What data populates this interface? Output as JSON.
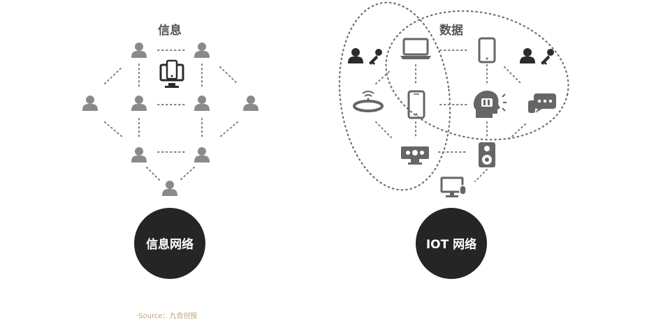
{
  "left_network": {
    "title": "信息",
    "circle_label": "信息网络",
    "icons": [
      "person-icon",
      "monitor-phone-icon"
    ]
  },
  "right_network": {
    "title": "数据",
    "circle_label": "IOT 网络",
    "icons": [
      "person-key-icon",
      "laptop-icon",
      "tablet-icon",
      "smartband-icon",
      "smartphone-icon",
      "ai-head-icon",
      "chat-bubbles-icon",
      "camera-device-icon",
      "speaker-icon",
      "desktop-mouse-icon"
    ]
  },
  "source": "·Source：九合创投",
  "colors": {
    "circle": "#252525",
    "icon_gray": "#8a8a8a",
    "icon_dark": "#2b2b2b",
    "source_text": "#c0a070"
  }
}
